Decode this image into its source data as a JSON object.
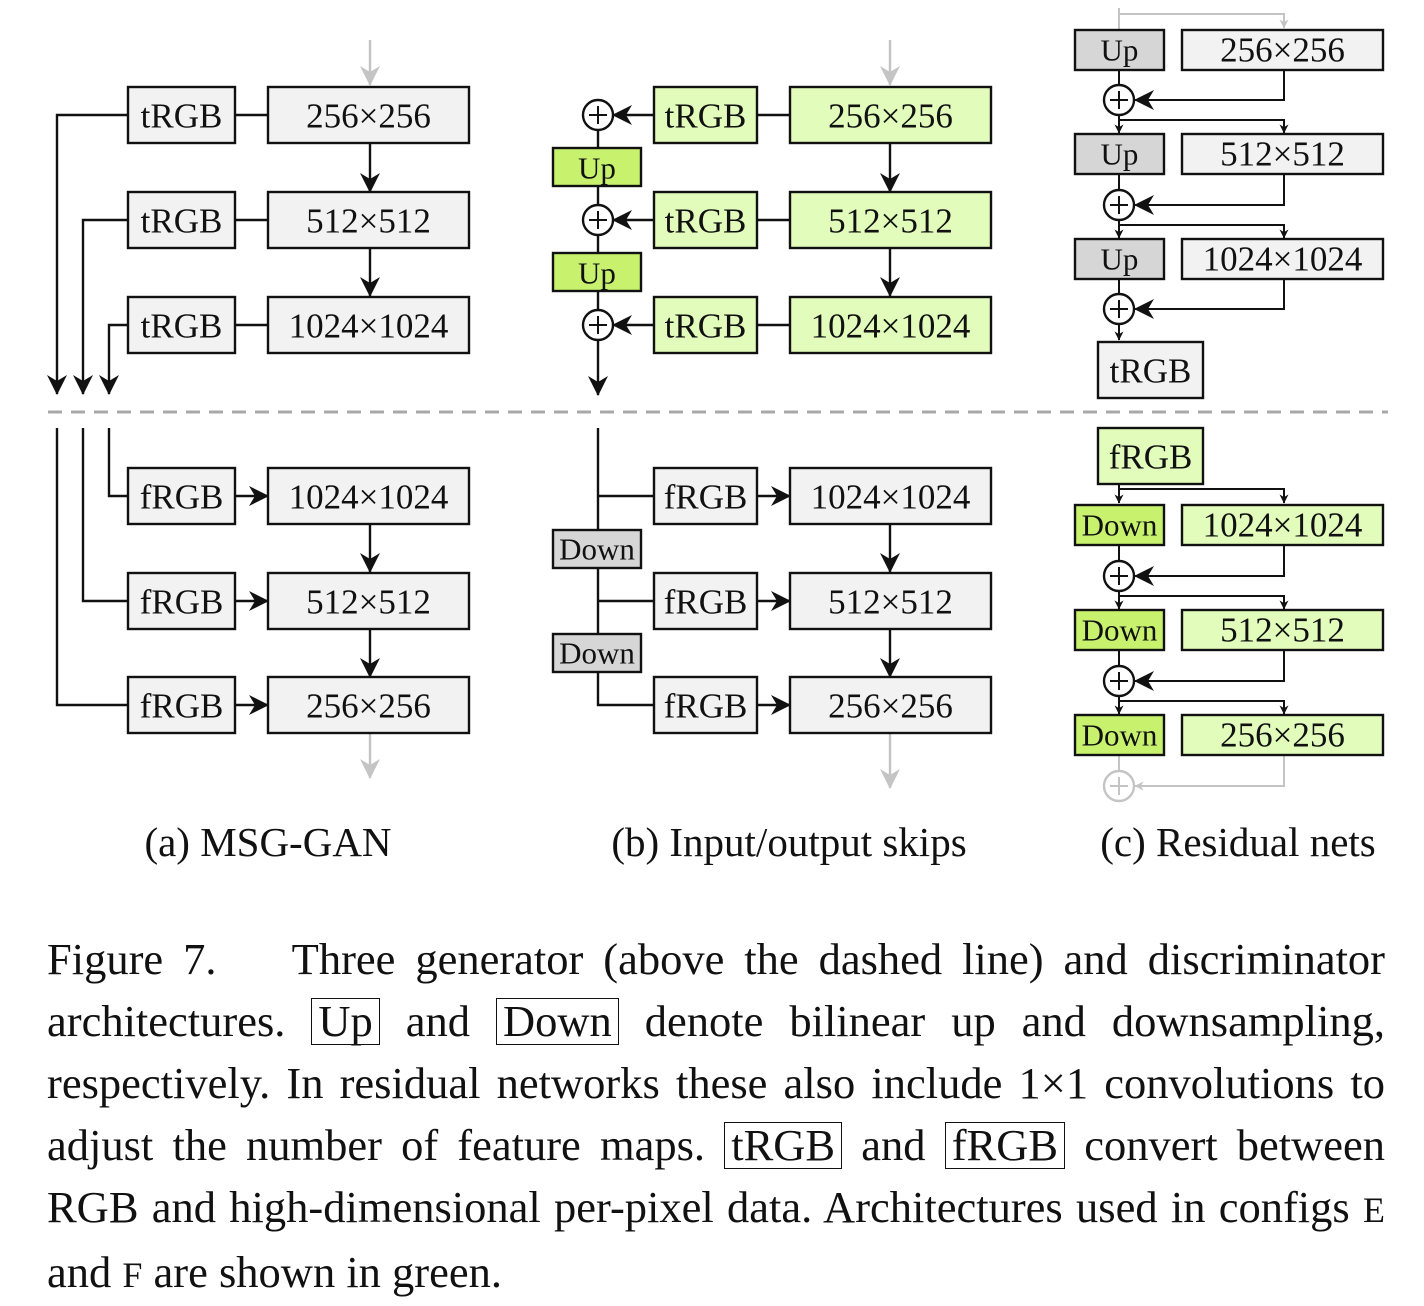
{
  "colors": {
    "box_gray": "#f2f2f2",
    "box_green": "#e2fcbc",
    "box_dark_gray": "#d6d6d6",
    "box_bright_green": "#c8f26e",
    "faded": "#c4c4c4",
    "dashed": "#a8a8a8"
  },
  "panels": {
    "msg_gan": {
      "label": "(a) MSG-GAN",
      "generator": {
        "trgb": [
          "tRGB",
          "tRGB",
          "tRGB"
        ],
        "blocks": [
          "256×256",
          "512×512",
          "1024×1024"
        ]
      },
      "discriminator": {
        "frgb": [
          "fRGB",
          "fRGB",
          "fRGB"
        ],
        "blocks": [
          "1024×1024",
          "512×512",
          "256×256"
        ]
      }
    },
    "skips": {
      "label": "(b) Input/output skips",
      "generator": {
        "trgb": [
          "tRGB",
          "tRGB",
          "tRGB"
        ],
        "blocks": [
          "256×256",
          "512×512",
          "1024×1024"
        ],
        "up": [
          "Up",
          "Up"
        ]
      },
      "discriminator": {
        "frgb": [
          "fRGB",
          "fRGB",
          "fRGB"
        ],
        "blocks": [
          "1024×1024",
          "512×512",
          "256×256"
        ],
        "down": [
          "Down",
          "Down"
        ]
      }
    },
    "residual": {
      "label": "(c) Residual nets",
      "generator": {
        "up": [
          "Up",
          "Up",
          "Up"
        ],
        "blocks": [
          "256×256",
          "512×512",
          "1024×1024"
        ],
        "trgb": "tRGB"
      },
      "discriminator": {
        "frgb": "fRGB",
        "down": [
          "Down",
          "Down",
          "Down"
        ],
        "blocks": [
          "1024×1024",
          "512×512",
          "256×256"
        ]
      }
    }
  },
  "caption": {
    "figure_label": "Figure 7.",
    "part1": "Three generator (above the dashed line) and discriminator architectures.",
    "up_box": "Up",
    "and1": "and",
    "down_box": "Down",
    "part2": "denote bilinear up and downsampling, respectively. In residual networks these also include 1×1 convolutions to adjust the number of feature maps.",
    "trgb_box": "tRGB",
    "and2": "and",
    "frgb_box": "fRGB",
    "part3": "convert between RGB and high-dimensional per-pixel data. Architectures used in configs",
    "config_e": "E",
    "and3": "and",
    "config_f": "F",
    "part4": "are shown in green."
  }
}
